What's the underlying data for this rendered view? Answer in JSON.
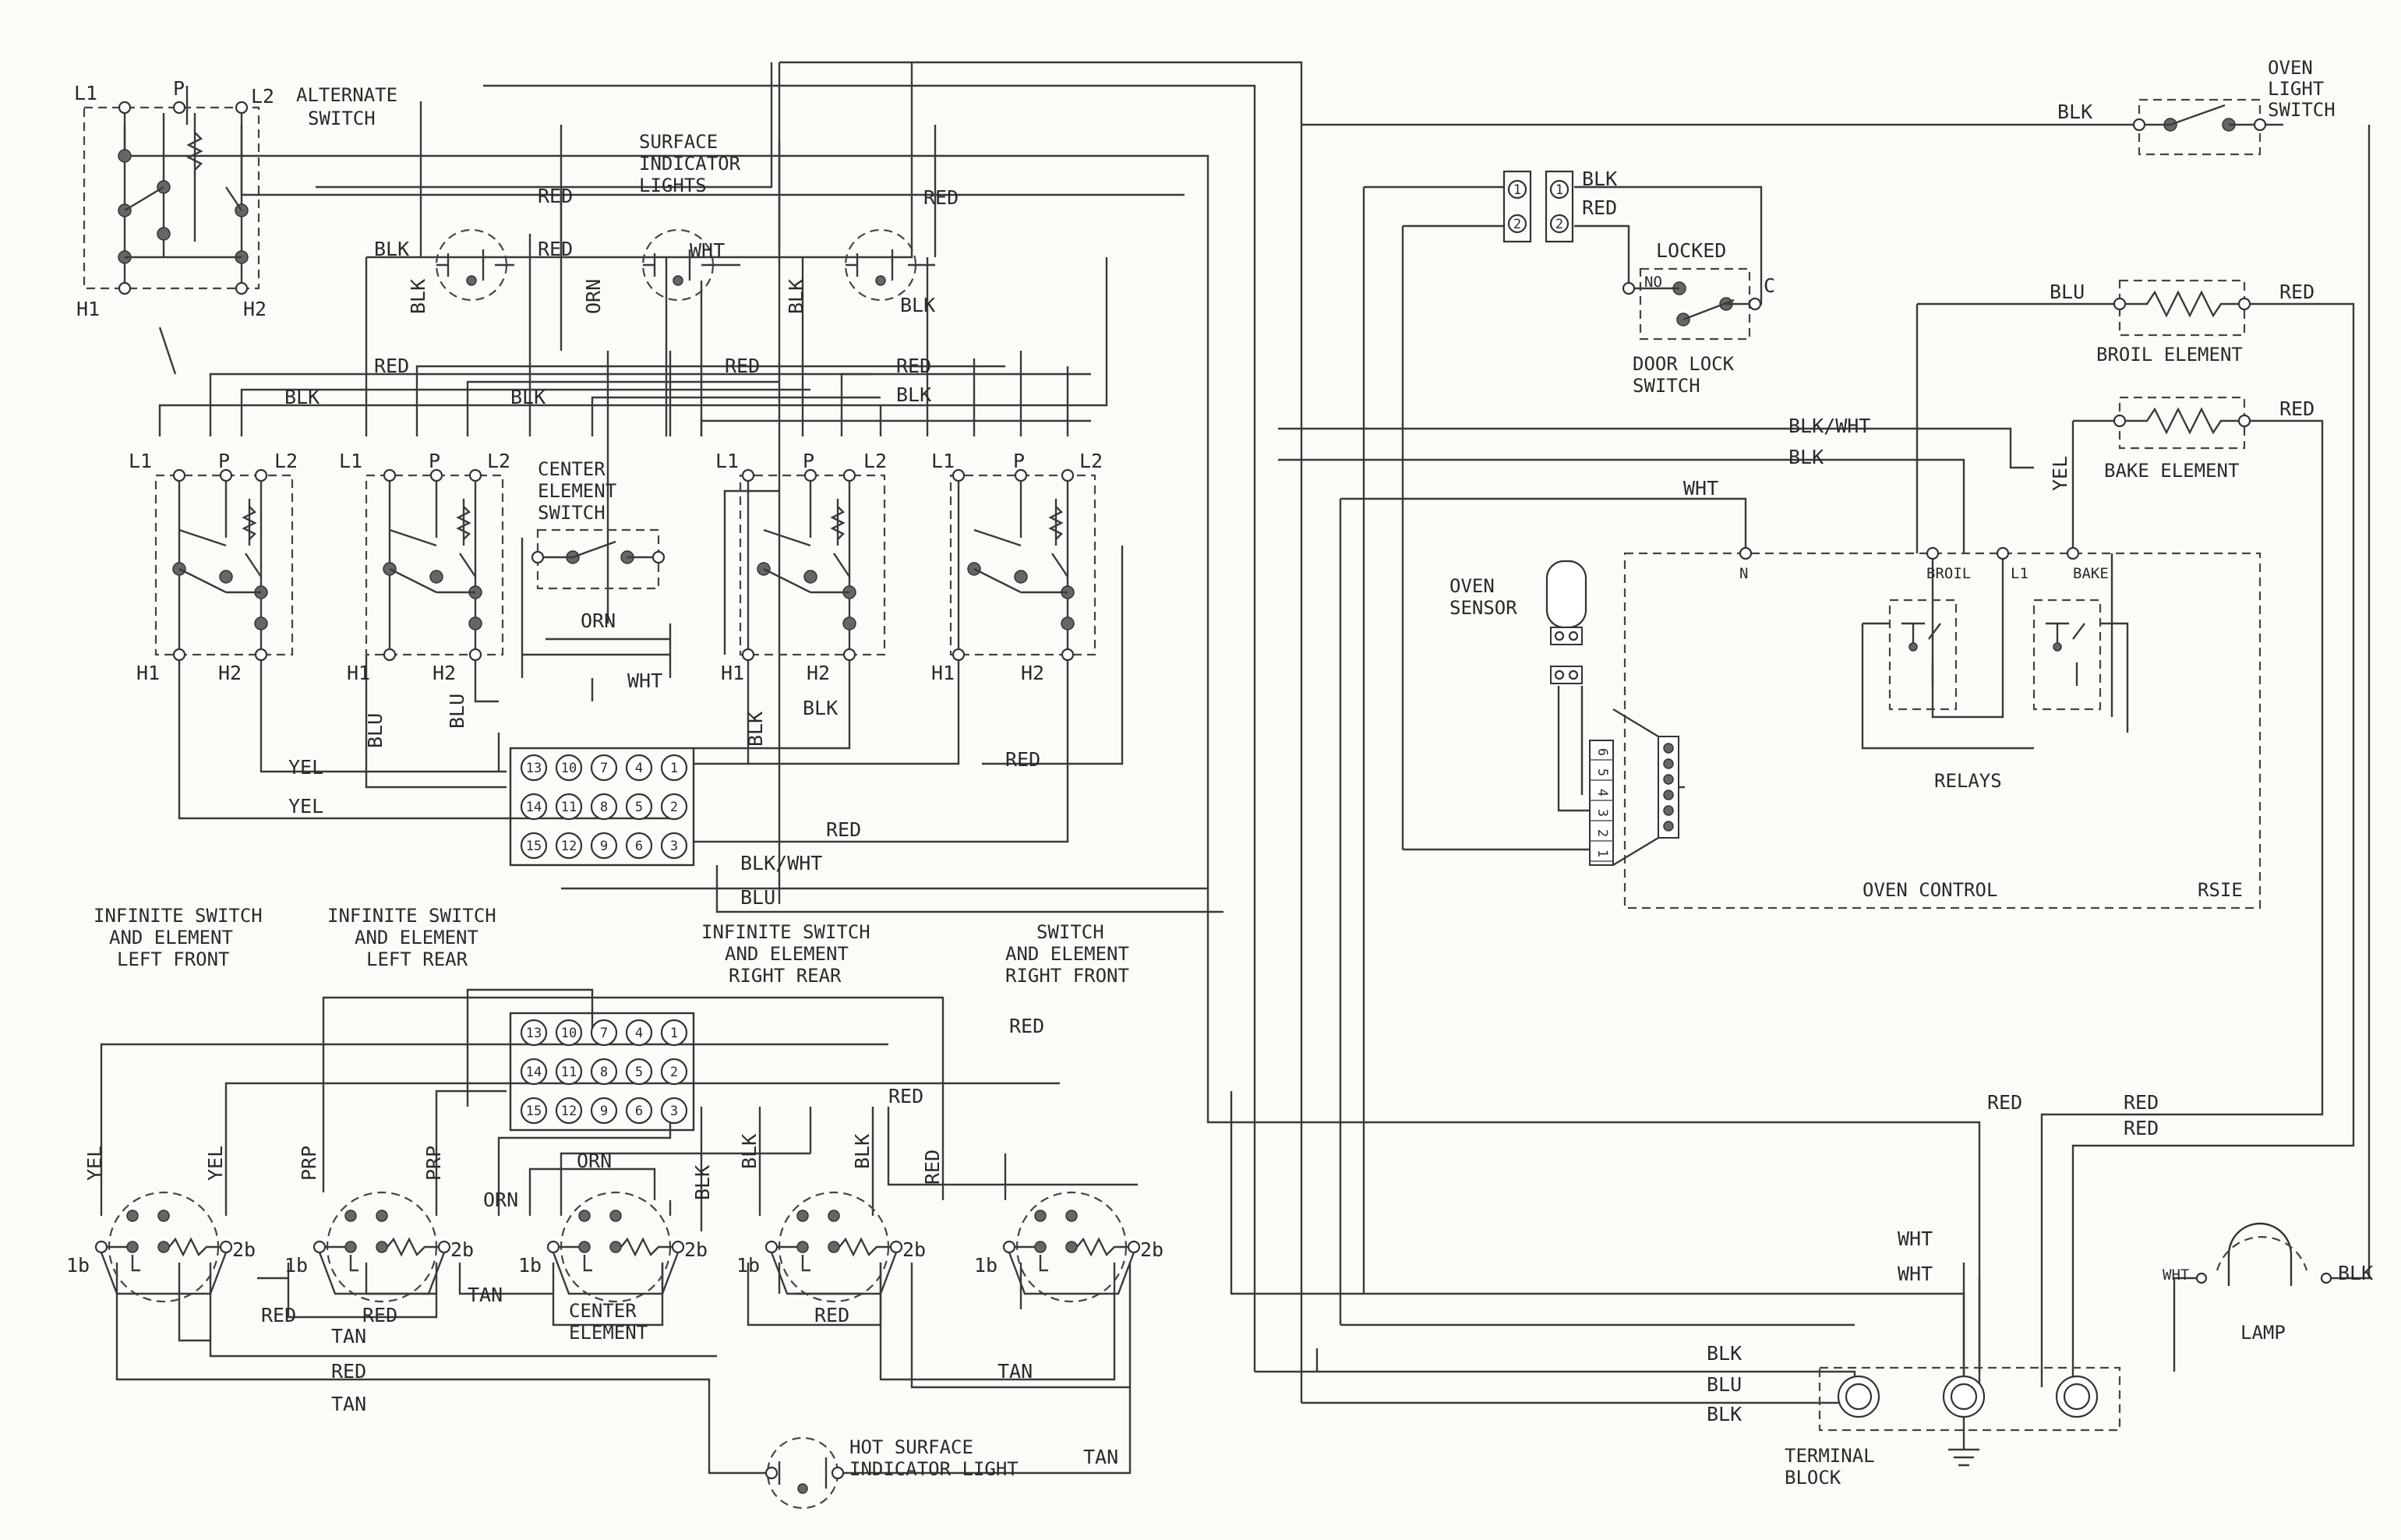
{
  "colors": {
    "background": "#fbfbf8",
    "ink": "#333333"
  },
  "titles": {
    "alternate_switch": [
      "ALTERNATE",
      "SWITCH"
    ],
    "surface_indicator_lights": [
      "SURFACE",
      "INDICATOR",
      "LIGHTS"
    ],
    "center_element_switch": [
      "CENTER",
      "ELEMENT",
      "SWITCH"
    ],
    "infinite_left_front": [
      "INFINITE SWITCH",
      "AND ELEMENT",
      "LEFT FRONT"
    ],
    "infinite_left_rear": [
      "INFINITE SWITCH",
      "AND ELEMENT",
      "LEFT REAR"
    ],
    "infinite_right_rear": [
      "INFINITE SWITCH",
      "AND ELEMENT",
      "RIGHT REAR"
    ],
    "switch_right_front": [
      "SWITCH",
      "AND ELEMENT",
      "RIGHT FRONT"
    ],
    "oven_light_switch": [
      "OVEN",
      "LIGHT",
      "SWITCH"
    ],
    "door_lock_switch": [
      "DOOR LOCK",
      "SWITCH"
    ],
    "locked": "LOCKED",
    "broil_element": "BROIL ELEMENT",
    "bake_element": "BAKE ELEMENT",
    "oven_sensor": [
      "OVEN",
      "SENSOR"
    ],
    "relays": "RELAYS",
    "oven_control": "OVEN CONTROL",
    "oven_control_model": "RSIE",
    "lamp": "LAMP",
    "terminal_block": [
      "TERMINAL",
      "BLOCK"
    ],
    "center_element": [
      "CENTER",
      "ELEMENT"
    ],
    "hot_surface_indicator": [
      "HOT SURFACE",
      "INDICATOR LIGHT"
    ]
  },
  "pins": {
    "L1": "L1",
    "L2": "L2",
    "P": "P",
    "H1": "H1",
    "H2": "H2",
    "one_b": "1b",
    "two_b": "2b",
    "N": "N",
    "C": "C",
    "NO": "NO",
    "BROIL": "BROIL",
    "BAKE": "BAKE"
  },
  "wires": {
    "RED": "RED",
    "BLK": "BLK",
    "WHT": "WHT",
    "ORN": "ORN",
    "BLU": "BLU",
    "YEL": "YEL",
    "PRP": "PRP",
    "TAN": "TAN",
    "BLK_WHT": "BLK/WHT"
  },
  "connector": {
    "row1": [
      "13",
      "10",
      "7",
      "4",
      "1"
    ],
    "row2": [
      "14",
      "11",
      "8",
      "5",
      "2"
    ],
    "row3": [
      "15",
      "12",
      "9",
      "6",
      "3"
    ]
  },
  "sensor_pins": [
    "6",
    "5",
    "4",
    "3",
    "2",
    "1"
  ],
  "plug_pins": [
    "1",
    "2"
  ]
}
